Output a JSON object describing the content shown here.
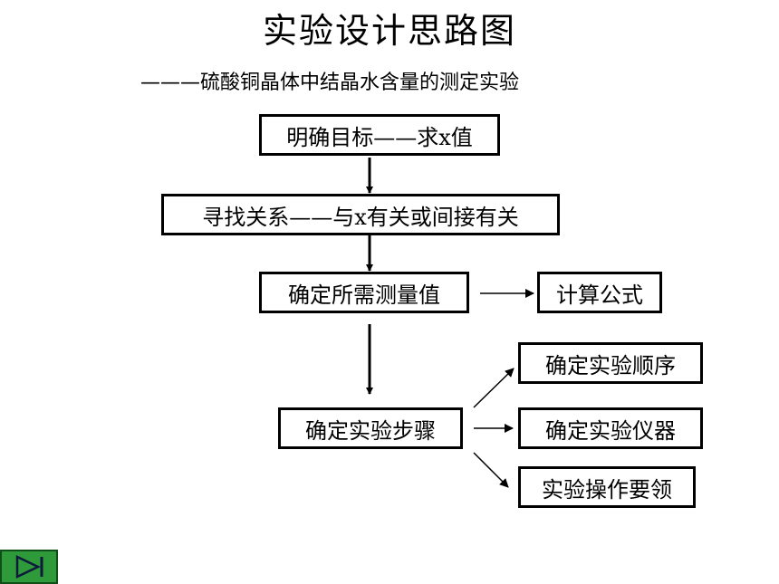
{
  "title": "实验设计思路图",
  "subtitle": "———硫酸铜晶体中结晶水含量的测定实验",
  "steps": {
    "goal": "明确目标——求x值",
    "relation": "寻找关系——与x有关或间接有关",
    "measure": "确定所需测量值",
    "formula": "计算公式",
    "procedure": "确定实验步骤",
    "order": "确定实验顺序",
    "instruments": "确定实验仪器",
    "essentials": "实验操作要领"
  },
  "nav": {
    "icon": "play-next-icon",
    "color": "#2e9a3a"
  }
}
